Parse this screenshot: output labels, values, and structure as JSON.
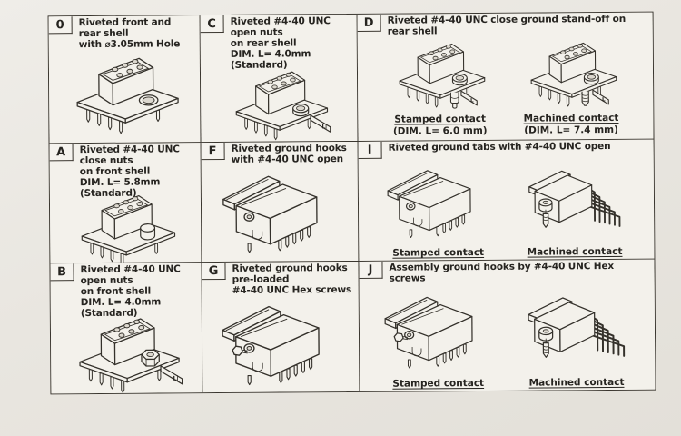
{
  "colors": {
    "paper": "#f3f1eb",
    "page_background": "#e9e6e0",
    "ink": "#34312b"
  },
  "dim_label": "L",
  "cells": {
    "c0": {
      "code": "0",
      "line1": "Riveted front and rear shell",
      "line2": "with ⌀3.05mm Hole"
    },
    "cA": {
      "code": "A",
      "line1": "Riveted #4-40 UNC close nuts",
      "line2": "on front shell",
      "dim": "DIM. L= 5.8mm (Standard)"
    },
    "cB": {
      "code": "B",
      "line1": "Riveted #4-40 UNC open nuts",
      "line2": "on front shell",
      "dim": "DIM. L= 4.0mm (Standard)"
    },
    "cC": {
      "code": "C",
      "line1": "Riveted #4-40 UNC open nuts",
      "line2": "on rear shell",
      "dim": "DIM. L= 4.0mm (Standard)"
    },
    "cF": {
      "code": "F",
      "line1": "Riveted ground hooks",
      "line2": "with #4-40 UNC open"
    },
    "cG": {
      "code": "G",
      "line1": "Riveted ground hooks pre-loaded",
      "line2": "#4-40 UNC Hex screws"
    },
    "cD": {
      "code": "D",
      "title": "Riveted #4-40 UNC close ground stand-off on rear shell",
      "fig1_label": "Stamped contact",
      "fig1_dim": "(DIM. L= 6.0 mm)",
      "fig2_label": "Machined contact",
      "fig2_dim": "(DIM. L= 7.4 mm)"
    },
    "cI": {
      "code": "I",
      "title": "Riveted ground tabs with #4-40 UNC open",
      "fig1_label": "Stamped contact",
      "fig2_label": "Machined contact"
    },
    "cJ": {
      "code": "J",
      "title": "Assembly ground hooks by #4-40 UNC Hex screws",
      "fig1_label": "Stamped contact",
      "fig2_label": "Machined contact"
    }
  }
}
